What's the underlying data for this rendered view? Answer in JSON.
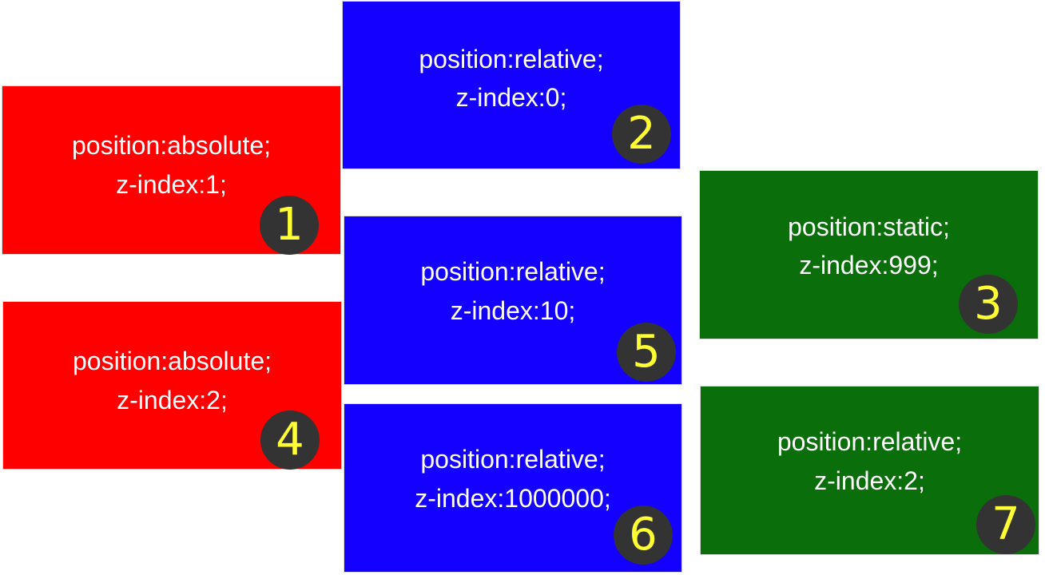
{
  "colors": {
    "absolute": "#ff0000",
    "relative_blue": "#1400ff",
    "green": "#0a6e0a",
    "badge_bg": "#333333",
    "badge_text": "#ffff33",
    "text": "#ffffff"
  },
  "boxes": {
    "b1": {
      "line1": "position:absolute;",
      "line2": "z-index:1;",
      "badge": "1",
      "color_role": "absolute"
    },
    "b2": {
      "line1": "position:relative;",
      "line2": "z-index:0;",
      "badge": "2",
      "color_role": "relative_blue"
    },
    "b3": {
      "line1": "position:static;",
      "line2": "z-index:999;",
      "badge": "3",
      "color_role": "green"
    },
    "b4": {
      "line1": "position:absolute;",
      "line2": "z-index:2;",
      "badge": "4",
      "color_role": "absolute"
    },
    "b5": {
      "line1": "position:relative;",
      "line2": "z-index:10;",
      "badge": "5",
      "color_role": "relative_blue"
    },
    "b6": {
      "line1": "position:relative;",
      "line2": "z-index:1000000;",
      "badge": "6",
      "color_role": "relative_blue"
    },
    "b7": {
      "line1": "position:relative;",
      "line2": "z-index:2;",
      "badge": "7",
      "color_role": "green"
    }
  }
}
